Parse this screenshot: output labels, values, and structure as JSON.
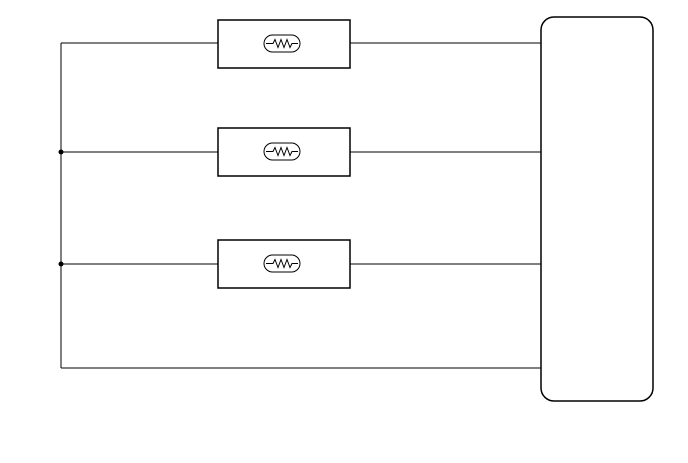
{
  "diagram": {
    "kind": "circuit-schematic",
    "components": [
      {
        "id": "heater-1",
        "type": "resistor-in-box",
        "icon": "resistor-icon"
      },
      {
        "id": "heater-2",
        "type": "resistor-in-box",
        "icon": "resistor-icon"
      },
      {
        "id": "heater-3",
        "type": "resistor-in-box",
        "icon": "resistor-icon"
      }
    ],
    "junctions": 2,
    "terminal_block": {
      "type": "rounded-rectangle",
      "label": ""
    },
    "colors": {
      "line": "#000000",
      "background": "#ffffff"
    }
  }
}
